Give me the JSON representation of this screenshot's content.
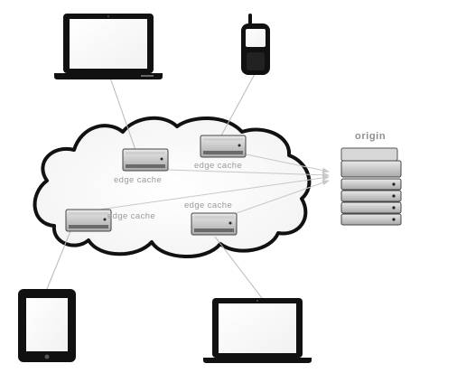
{
  "labels": {
    "origin": "origin",
    "edge_cache_1": "edge cache",
    "edge_cache_2": "edge cache",
    "edge_cache_3": "edge cache",
    "edge_cache_4": "edge cache"
  },
  "devices": [
    {
      "type": "laptop",
      "name": "laptop-top"
    },
    {
      "type": "mobile-phone",
      "name": "phone-top"
    },
    {
      "type": "tablet",
      "name": "tablet-bottom-left"
    },
    {
      "type": "laptop",
      "name": "laptop-bottom"
    }
  ],
  "colors": {
    "cloud_stroke": "#111111",
    "server_body": "#bdbdbd",
    "label": "#9a9a9a",
    "connector": "#b8b8b8"
  }
}
